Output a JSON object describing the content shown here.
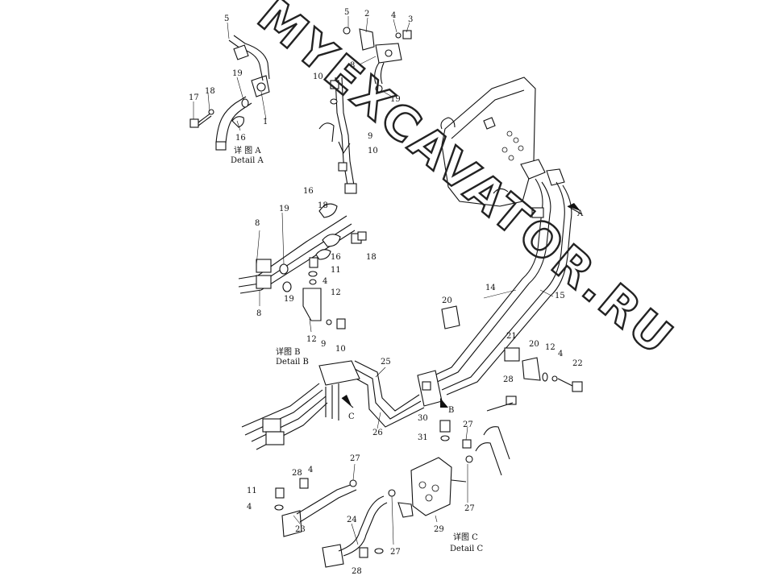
{
  "watermark": "MYEXCAVATOR.RU",
  "captions": {
    "detail_a_cn": "详 图 A",
    "detail_a_en": "Detail A",
    "detail_b_cn": "详图 B",
    "detail_b_en": "Detail B",
    "detail_c_cn": "详图 C",
    "detail_c_en": "Detail C"
  },
  "arrows": {
    "a": "A",
    "b": "B",
    "c": "C"
  },
  "callouts": [
    "1",
    "2",
    "3",
    "4",
    "5",
    "8",
    "9",
    "10",
    "11",
    "12",
    "14",
    "15",
    "16",
    "17",
    "18",
    "19",
    "20",
    "21",
    "22",
    "23",
    "24",
    "25",
    "26",
    "27",
    "28",
    "29",
    "30",
    "31"
  ]
}
